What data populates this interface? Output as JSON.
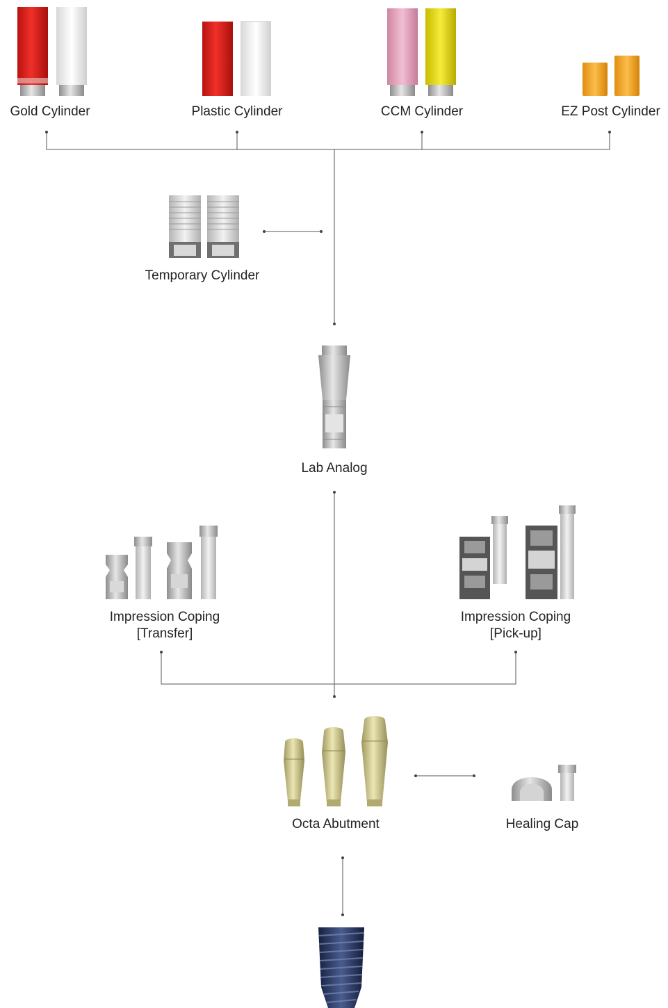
{
  "labels": {
    "gold_cylinder": "Gold Cylinder",
    "plastic_cylinder": "Plastic Cylinder",
    "ccm_cylinder": "CCM Cylinder",
    "ez_post_cylinder": "EZ Post Cylinder",
    "temporary_cylinder": "Temporary Cylinder",
    "lab_analog": "Lab Analog",
    "impression_transfer_line1": "Impression Coping",
    "impression_transfer_line2": "[Transfer]",
    "impression_pickup_line1": "Impression Coping",
    "impression_pickup_line2": "[Pick-up]",
    "octa_abutment": "Octa Abutment",
    "healing_cap": "Healing Cap"
  },
  "colors": {
    "gold_red": "#e0231c",
    "white_plastic": "#f4f4f4",
    "ccm_pink": "#e8a6c0",
    "ccm_yellow": "#e8dc1c",
    "ez_orange": "#f0a528",
    "titanium": "#bdbdbd",
    "abutment_gold": "#d9d29a",
    "implant_blue": "#2c3c66",
    "connector": "#555555"
  }
}
